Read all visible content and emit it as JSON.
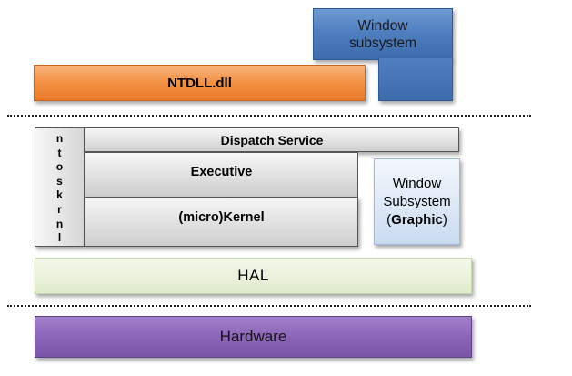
{
  "user_mode": {
    "window_subsystem": {
      "line1": "Window",
      "line2": "subsystem"
    },
    "ntdll": "NTDLL.dll"
  },
  "kernel_mode": {
    "ntoskrnl_letters": [
      "n",
      "t",
      "o",
      "s",
      "k",
      "r",
      "n",
      "l"
    ],
    "dispatch_service": "Dispatch Service",
    "executive": "Executive",
    "kernel": "(micro)Kernel",
    "window_subsystem_graphic": {
      "line1": "Window",
      "line2": "Subsystem",
      "open_paren": "(",
      "bold": "Graphic",
      "close_paren": ")"
    }
  },
  "hal": "HAL",
  "hardware": "Hardware",
  "colors": {
    "window_subsystem_blue": "#4f7fc0",
    "ntdll_orange": "#f39143",
    "kernel_gray": "#e4e4e4",
    "graphic_light_blue": "#dde8f6",
    "hal_light_green": "#ebf2de",
    "hardware_purple": "#8c65b8"
  }
}
